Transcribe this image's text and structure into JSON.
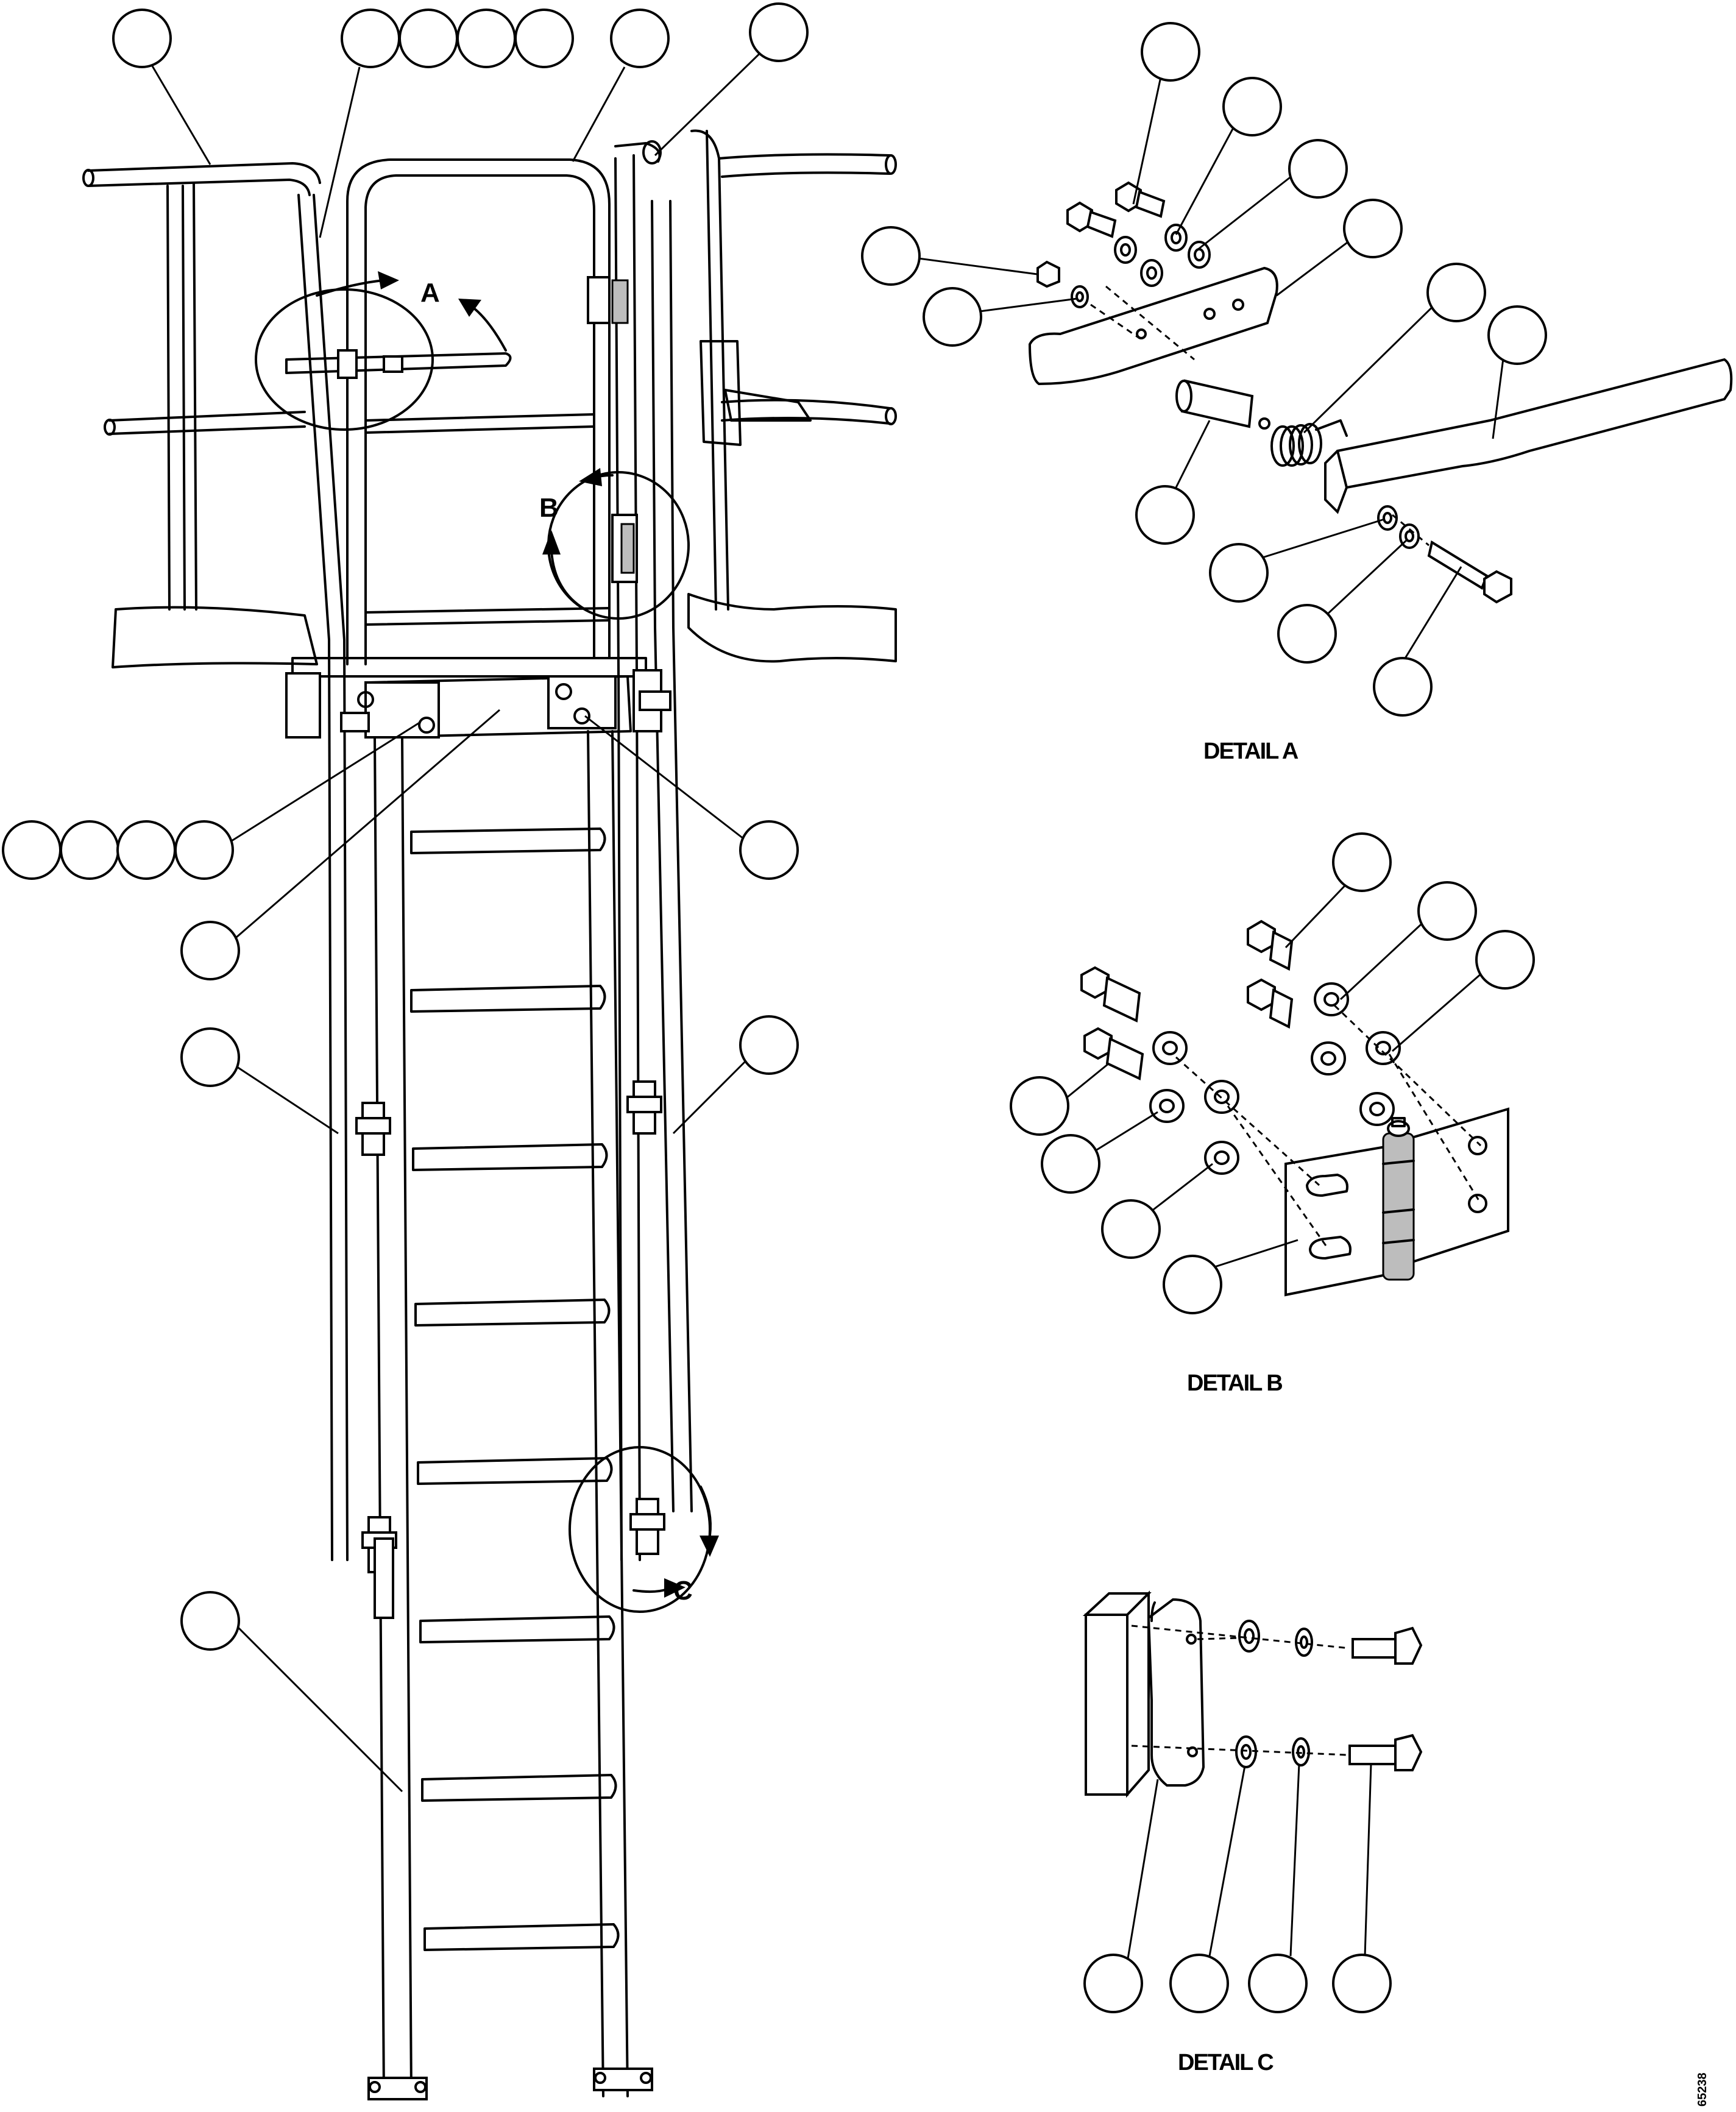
{
  "callouts": {
    "detail_a": "A",
    "detail_b": "B",
    "detail_c": "C"
  },
  "captions": {
    "detail_a": "DETAIL A",
    "detail_b": "DETAIL B",
    "detail_c": "DETAIL C"
  },
  "figure_id": "65238"
}
